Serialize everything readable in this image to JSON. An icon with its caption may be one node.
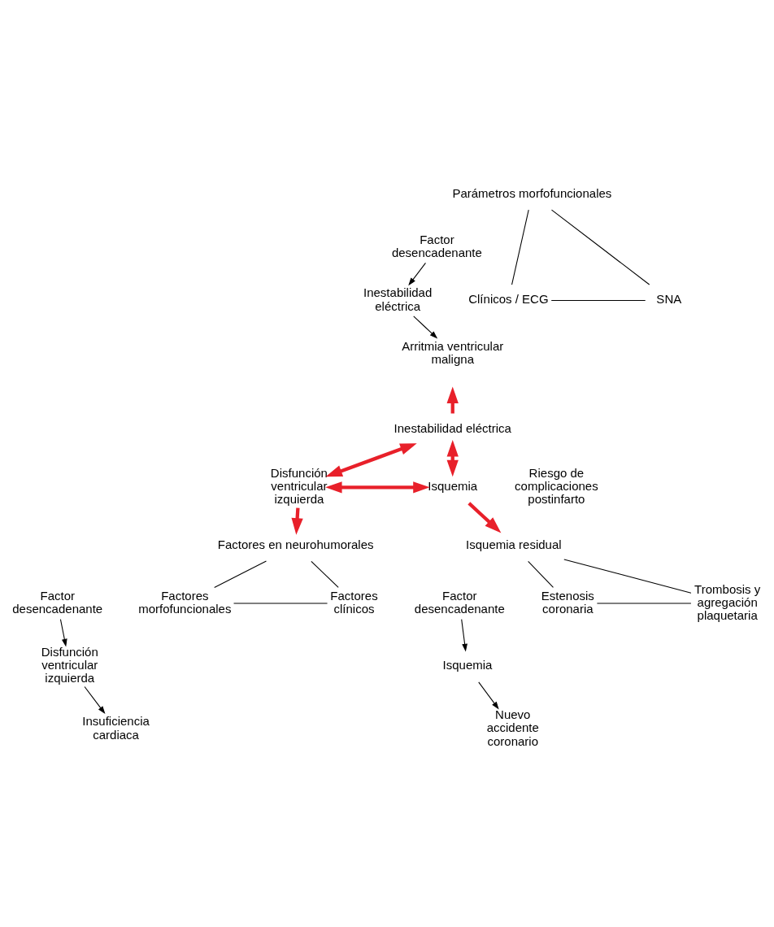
{
  "diagram": {
    "nodes": [
      {
        "text": [
          "Parámetros morfofuncionales"
        ]
      },
      {
        "text": [
          "Factor desencadenante"
        ]
      },
      {
        "text": [
          "Inestabilidad eléctrica"
        ]
      },
      {
        "text": [
          "Arritmia ventricular maligna"
        ]
      },
      {
        "text": [
          "Clínicos / ECG"
        ]
      },
      {
        "text": [
          "SNA"
        ]
      },
      {
        "text": [
          "Inestabilidad eléctrica"
        ]
      },
      {
        "text": [
          "Disfunción ventricular izquierda"
        ]
      },
      {
        "text": [
          "Isquemia"
        ]
      },
      {
        "text": [
          "Factores en neurohumorales"
        ]
      },
      {
        "text": [
          "Factor desencadenante"
        ]
      },
      {
        "text": [
          "Disfunción ventricular izquierda"
        ]
      },
      {
        "text": [
          "Insuficiencia cardiaca"
        ]
      },
      {
        "text": [
          "Factores morfofuncionales"
        ]
      },
      {
        "text": [
          "Factores clínicos"
        ]
      },
      {
        "text": [
          "Isquemia residual"
        ]
      },
      {
        "text": [
          "Factor desencadenante"
        ]
      },
      {
        "text": [
          "Isquemia"
        ]
      },
      {
        "text": [
          "Nuevo accidente coronario"
        ]
      },
      {
        "text": [
          "Estenosis coronaria"
        ]
      },
      {
        "text": [
          "Trombosis y agregación plaquetaria"
        ]
      }
    ],
    "edges": [
      {
        "from": 0,
        "to": 4,
        "arrow": "none"
      },
      {
        "from": 0,
        "to": 5,
        "arrow": "none"
      },
      {
        "from": 4,
        "to": 5,
        "arrow": "none"
      },
      {
        "from": 1,
        "to": 2,
        "arrow": "to"
      },
      {
        "from": 2,
        "to": 3,
        "arrow": "to"
      },
      {
        "from": 6,
        "to": null,
        "arrow": "to",
        "style": "thick",
        "color": "#e8202a"
      },
      {
        "from": 6,
        "to": 7,
        "arrow": "both",
        "style": "thick",
        "color": "#e8202a"
      },
      {
        "from": 6,
        "to": 8,
        "arrow": "both",
        "style": "thick",
        "color": "#e8202a"
      },
      {
        "from": 7,
        "to": 8,
        "arrow": "both",
        "style": "thick",
        "color": "#e8202a"
      },
      {
        "from": 7,
        "to": 9,
        "arrow": "to",
        "style": "thick",
        "color": "#e8202a"
      },
      {
        "from": 8,
        "to": 15,
        "arrow": "to",
        "style": "thick",
        "color": "#e8202a"
      },
      {
        "from": 9,
        "to": 13,
        "arrow": "none"
      },
      {
        "from": 9,
        "to": 14,
        "arrow": "none"
      },
      {
        "from": 13,
        "to": 14,
        "arrow": "none"
      },
      {
        "from": 10,
        "to": 11,
        "arrow": "to"
      },
      {
        "from": 11,
        "to": 12,
        "arrow": "to"
      },
      {
        "from": 15,
        "to": 19,
        "arrow": "none"
      },
      {
        "from": 15,
        "to": 20,
        "arrow": "none"
      },
      {
        "from": 19,
        "to": 20,
        "arrow": "none"
      },
      {
        "from": 16,
        "to": 17,
        "arrow": "to"
      },
      {
        "from": 17,
        "to": 18,
        "arrow": "to"
      }
    ],
    "labels": [
      "Riesgo de complicaciones postinfarto"
    ]
  }
}
